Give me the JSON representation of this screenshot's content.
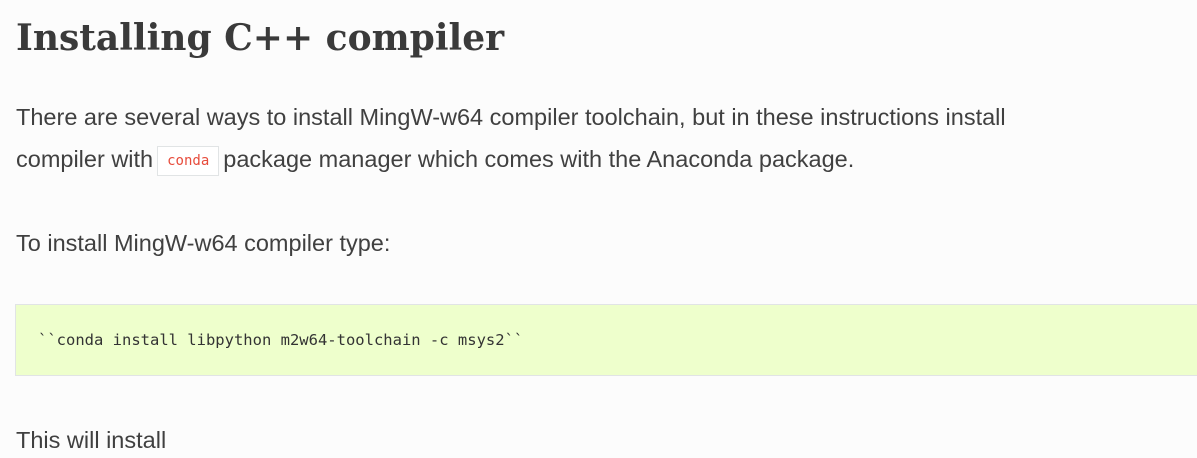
{
  "heading": "Installing C++ compiler",
  "paragraph1": {
    "line1": "There are several ways to install MingW-w64 compiler toolchain, but in these instructions install",
    "line2_before": "compiler with",
    "inline_code": "conda",
    "line2_after": "package manager which comes with the Anaconda package."
  },
  "paragraph2": "To install MingW-w64 compiler type:",
  "code_block": "``conda install libpython m2w64-toolchain -c msys2``",
  "paragraph3": "This will install",
  "colors": {
    "inline_code_text": "#e74c3c",
    "code_block_background": "#eeffcc"
  }
}
